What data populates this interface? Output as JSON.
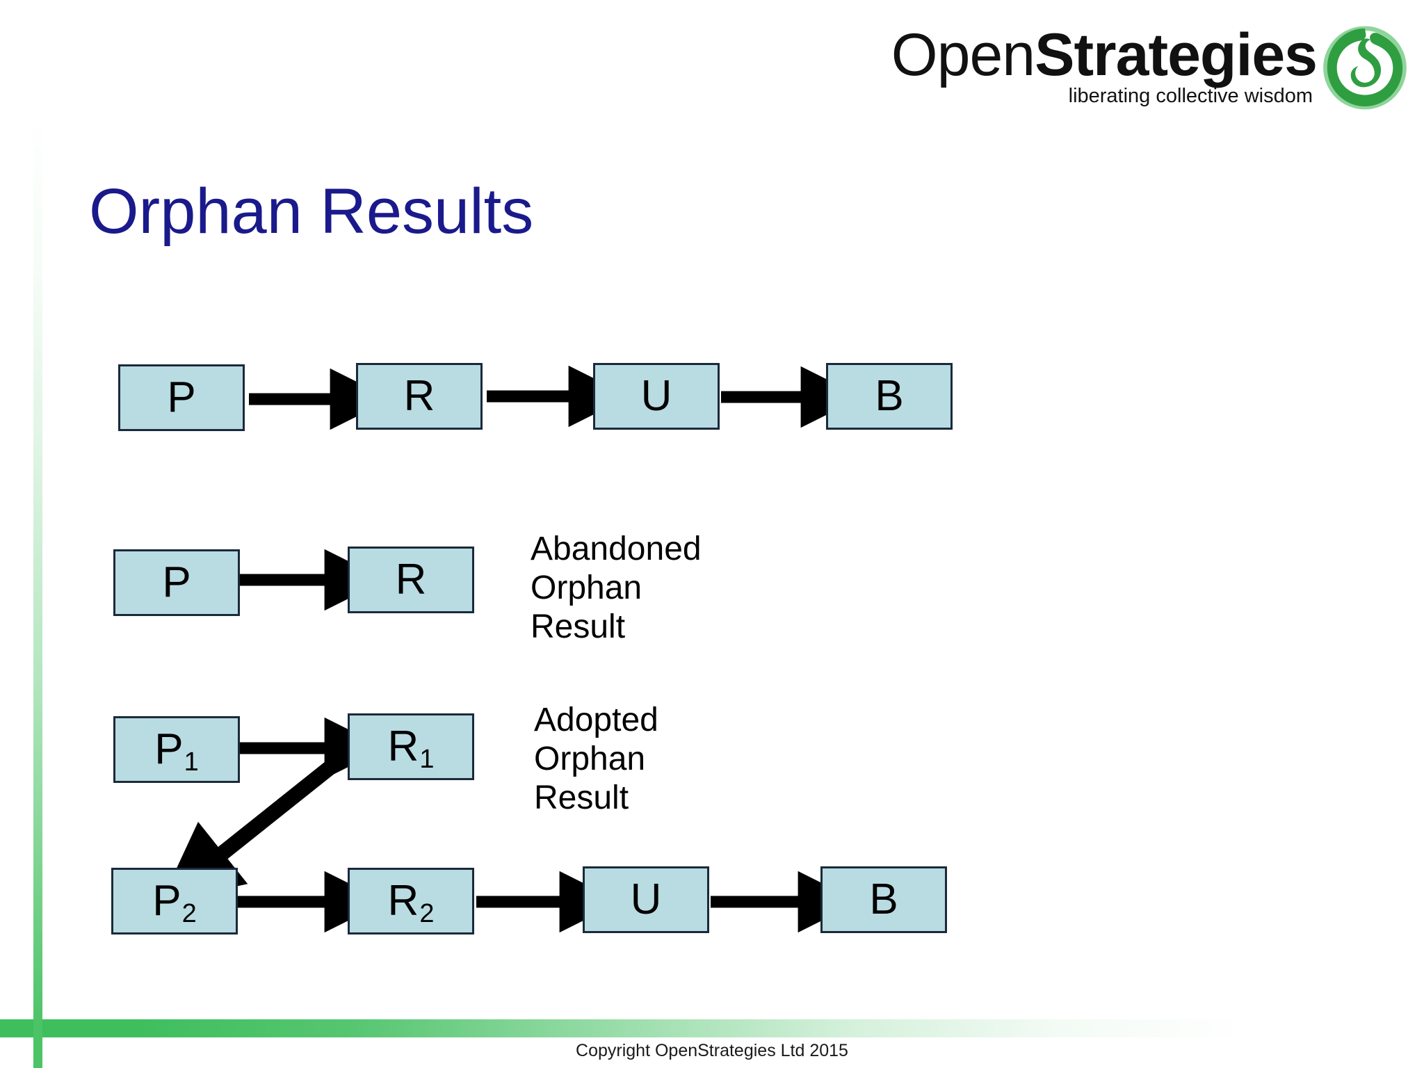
{
  "slide": {
    "title": "Orphan Results",
    "title_color": "#1a1a8c",
    "background": "#ffffff",
    "accent_green": "#4cc367",
    "box_fill": "#b9dce3",
    "box_border": "#1b2a3a"
  },
  "logo": {
    "word_light": "Open",
    "word_bold": "Strategies",
    "tagline": "liberating collective wisdom",
    "mark": "green-swirl-icon",
    "mark_color": "#2f9e41"
  },
  "diagram": {
    "rows": [
      {
        "id": "row-complete-value-chain",
        "boxes": [
          {
            "label": "P",
            "sub": ""
          },
          {
            "label": "R",
            "sub": ""
          },
          {
            "label": "U",
            "sub": ""
          },
          {
            "label": "B",
            "sub": ""
          }
        ],
        "note": ""
      },
      {
        "id": "row-abandoned-orphan",
        "boxes": [
          {
            "label": "P",
            "sub": ""
          },
          {
            "label": "R",
            "sub": ""
          }
        ],
        "note": "Abandoned\nOrphan\nResult"
      },
      {
        "id": "row-adopted-orphan-upper",
        "boxes": [
          {
            "label": "P",
            "sub": "1"
          },
          {
            "label": "R",
            "sub": "1"
          }
        ],
        "note": "Adopted\nOrphan\nResult"
      },
      {
        "id": "row-adopted-orphan-lower",
        "boxes": [
          {
            "label": "P",
            "sub": "2"
          },
          {
            "label": "R",
            "sub": "2"
          },
          {
            "label": "U",
            "sub": ""
          },
          {
            "label": "B",
            "sub": ""
          }
        ],
        "note": ""
      }
    ],
    "arrow_color": "#000000"
  },
  "footer": {
    "copyright": "Copyright OpenStrategies Ltd 2015"
  }
}
